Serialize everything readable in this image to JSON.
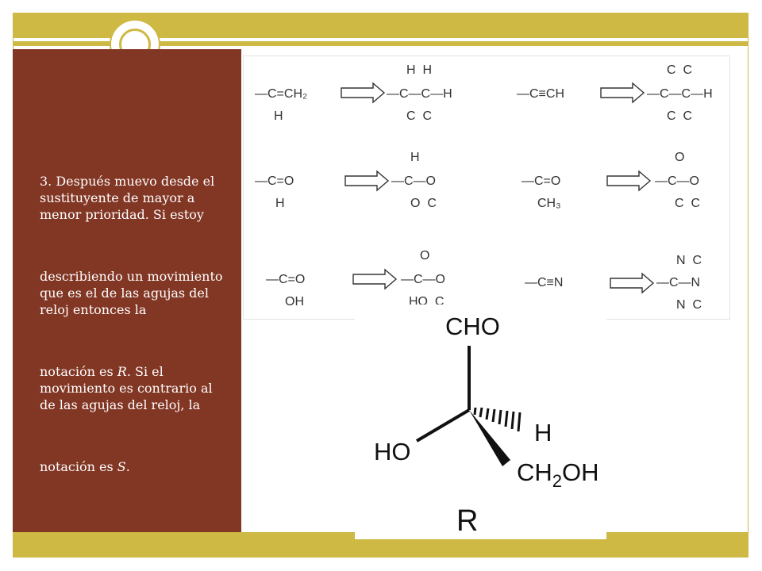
{
  "slide": {
    "paragraphs": [
      {
        "text": "3. Después muevo desde el sustituyente de mayor a menor prioridad. Si estoy"
      },
      {
        "text": "describiendo un movimiento que es el de las agujas del reloj entonces la"
      },
      {
        "prefix": "notación es ",
        "em": "R",
        "suffix": ". Si el movimiento es contrario al de las agujas del reloj, la"
      },
      {
        "prefix": "notación es ",
        "em": "S",
        "suffix": "."
      }
    ]
  },
  "reactions": {
    "r1": {
      "left": [
        "—C=CH₂",
        "H"
      ],
      "right": [
        "H  H",
        "—C—C—H",
        "C  C"
      ]
    },
    "r2": {
      "left": [
        "—C≡CH"
      ],
      "right": [
        "C  C",
        "—C—C—H",
        "C  C"
      ]
    },
    "r3": {
      "left": [
        "—C=O",
        "H"
      ],
      "right": [
        "H",
        "—C—O",
        "O  C"
      ]
    },
    "r4": {
      "left": [
        "—C=O",
        "CH₃"
      ],
      "right": [
        "O",
        "—C—O",
        "C  C"
      ]
    },
    "r5": {
      "left": [
        "—C=O",
        "OH"
      ],
      "right": [
        "O",
        "—C—O",
        "HO  C"
      ]
    },
    "r6": {
      "left": [
        "—C≡N"
      ],
      "right": [
        "N  C",
        "—C—N",
        "N  C"
      ]
    }
  },
  "molecule": {
    "top": "CHO",
    "right": "H",
    "left": "HO",
    "bottom_main": "CH",
    "bottom_sub": "2",
    "bottom_end": "OH",
    "config": "R"
  },
  "colors": {
    "sidebar": "#823624",
    "accent": "#cdb943"
  }
}
